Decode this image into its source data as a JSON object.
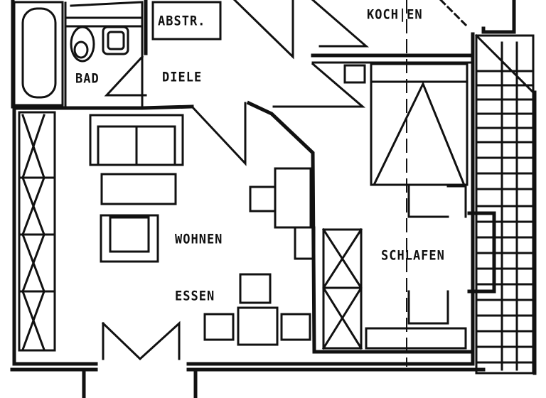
{
  "plan": {
    "rooms": {
      "kochen": "KOCH|EN",
      "abstr": "ABSTR.",
      "bad": "BAD",
      "diele": "DIELE",
      "wohnen": "WOHNEN",
      "essen": "ESSEN",
      "schlafen": "SCHLAFEN"
    },
    "colors": {
      "line": "#111111",
      "background": "#ffffff"
    }
  }
}
